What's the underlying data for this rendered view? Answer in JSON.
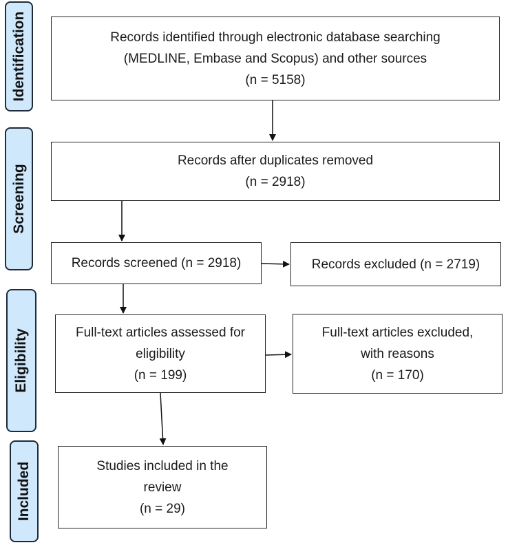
{
  "stages": [
    {
      "id": "identification",
      "label": "Identification"
    },
    {
      "id": "screening",
      "label": "Screening"
    },
    {
      "id": "eligibility",
      "label": "Eligibility"
    },
    {
      "id": "included",
      "label": "Included"
    }
  ],
  "boxes": {
    "identified": {
      "line1": "Records identified through electronic database searching",
      "line2": "(MEDLINE, Embase and Scopus) and other sources",
      "count": "(n = 5158)"
    },
    "deduplicated": {
      "line1": "Records after duplicates removed",
      "count": "(n = 2918)"
    },
    "screened": {
      "text": "Records screened (n = 2918)"
    },
    "excluded": {
      "text": "Records excluded (n = 2719)"
    },
    "fulltext_assessed": {
      "line1": "Full-text articles assessed for",
      "line2": "eligibility",
      "count": "(n = 199)"
    },
    "fulltext_excluded": {
      "line1": "Full-text articles excluded,",
      "line2": "with reasons",
      "count": "(n = 170)"
    },
    "included": {
      "line1": "Studies included in the",
      "line2": "review",
      "count": "(n = 29)"
    }
  }
}
